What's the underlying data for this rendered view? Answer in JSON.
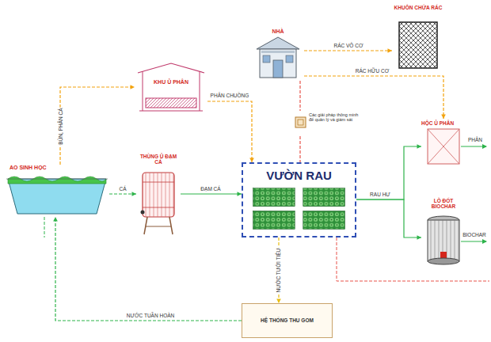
{
  "diagram": {
    "nodes": [
      {
        "text": [
          "KHUÔN CHỨA RÁC"
        ]
      },
      {
        "text": [
          "NHÀ"
        ]
      },
      {
        "text": [
          "KHU Ủ PHÂN"
        ]
      },
      {
        "text": [
          "Các giải pháp thông minh để quản lý và giám sát"
        ]
      },
      {
        "text": [
          "HỘC Ủ PHÂN"
        ]
      },
      {
        "text": [
          "AO SINH HỌC"
        ]
      },
      {
        "text": [
          "THÙNG Ủ ĐẠM CÁ"
        ]
      },
      {
        "text": [
          "VƯỜN RAU"
        ]
      },
      {
        "text": [
          "LÒ ĐỐT BIOCHAR"
        ]
      },
      {
        "text": [
          "HỆ THỐNG THU GOM"
        ]
      }
    ],
    "edges": [
      {
        "from": 1,
        "to": 0,
        "label": "RÁC VÔ CƠ",
        "arrow": "to"
      },
      {
        "from": 1,
        "to": 4,
        "label": "RÁC HỮU CƠ",
        "arrow": "to"
      },
      {
        "from": 1,
        "to": 3,
        "arrow": "none"
      },
      {
        "from": 3,
        "to": 7,
        "arrow": "none"
      },
      {
        "from": 5,
        "to": 2,
        "label": "BÙN, PHÂN CÁ",
        "arrow": "to"
      },
      {
        "from": 2,
        "to": 7,
        "label": "PHÂN CHUỒNG",
        "arrow": "to"
      },
      {
        "from": 5,
        "to": 6,
        "label": "CÁ",
        "arrow": "to"
      },
      {
        "from": 6,
        "to": 7,
        "label": "ĐẠM CÁ",
        "arrow": "to"
      },
      {
        "from": 7,
        "to": 4,
        "label": "RAU HƯ",
        "arrow": "to"
      },
      {
        "from": 7,
        "to": 8,
        "arrow": "to"
      },
      {
        "from": 7,
        "to": 9,
        "label": "NƯỚC TƯỚI TIÊU",
        "arrow": "to"
      },
      {
        "from": 9,
        "to": 5,
        "label": "NƯỚC TUẦN HOÀN",
        "arrow": "to"
      }
    ],
    "labels": [
      "PHÂN",
      "BIOCHAR"
    ]
  }
}
